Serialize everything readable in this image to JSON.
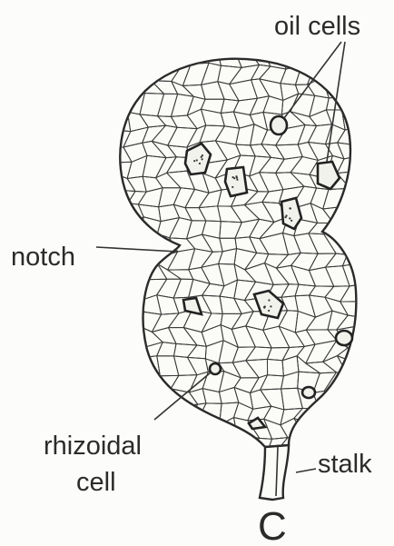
{
  "labels": {
    "oil_cells": "oil cells",
    "notch": "notch",
    "rhizoidal_line1": "rhizoidal",
    "rhizoidal_line2": "cell",
    "stalk": "stalk",
    "panel": "C"
  },
  "colors": {
    "ink": "#2b2b2b",
    "paper": "#fcfcfa"
  }
}
